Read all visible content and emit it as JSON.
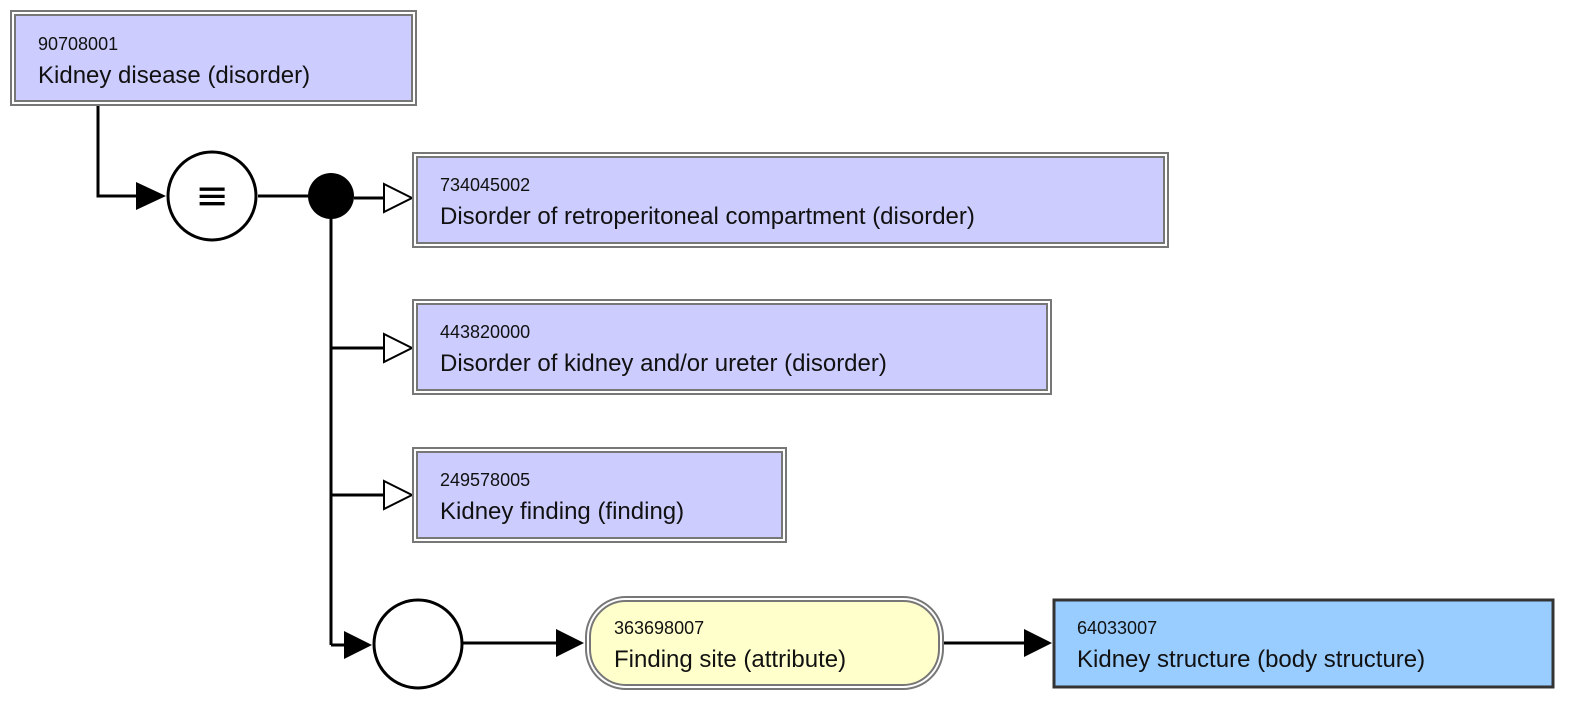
{
  "diagram": {
    "focus_concept": {
      "id": "90708001",
      "label": "Kidney disease (disorder)",
      "fill": "#ccccff"
    },
    "definition_status_symbol": "≡",
    "parents": [
      {
        "id": "734045002",
        "label": "Disorder of retroperitoneal compartment (disorder)",
        "fill": "#ccccff"
      },
      {
        "id": "443820000",
        "label": "Disorder of kidney and/or ureter (disorder)",
        "fill": "#ccccff"
      },
      {
        "id": "249578005",
        "label": "Kidney finding (finding)",
        "fill": "#ccccff"
      }
    ],
    "attribute": {
      "id": "363698007",
      "label": "Finding site (attribute)",
      "fill": "#ffffcc"
    },
    "attribute_value": {
      "id": "64033007",
      "label": "Kidney structure (body structure)",
      "fill": "#99ccff"
    }
  }
}
